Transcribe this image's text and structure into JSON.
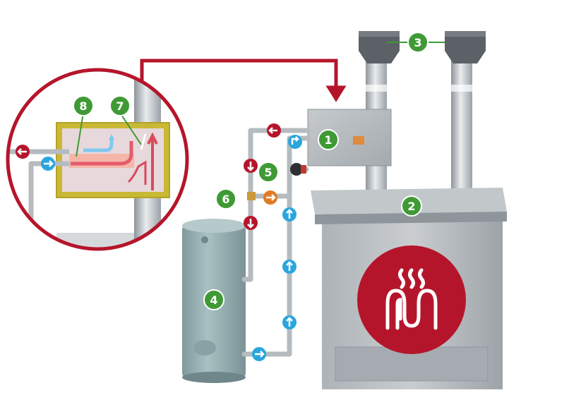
{
  "diagram": {
    "components": {
      "recuperator": "1",
      "boiler": "2",
      "exhaust_caps": "3",
      "storage_tank": "4",
      "pump": "5",
      "mixing_valve": "6",
      "exhaust_deflector": "7",
      "heat_exchanger": "8"
    },
    "colors": {
      "label_green": "#3f9a35",
      "hot_red": "#b5152b",
      "cold_blue": "#2aa6dd",
      "mixed_orange": "#e07b24",
      "flue_silver": "#b9bec3",
      "tank_teal": "#8fa8ab",
      "boiler_grey": "#b3b8bc"
    },
    "icons": [
      "heating-coil-icon",
      "arrow-right-icon",
      "arrow-left-icon",
      "arrow-up-icon",
      "arrow-down-icon",
      "callout-arrow-icon"
    ]
  }
}
